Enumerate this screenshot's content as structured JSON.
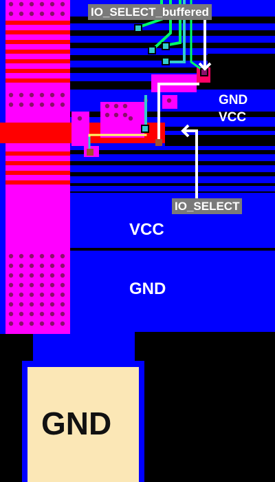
{
  "labels": {
    "io_select_buffered": "IO_SELECT_buffered",
    "io_select": "IO_SELECT",
    "gnd_small": "GND",
    "vcc_small": "VCC",
    "vcc_rail": "VCC",
    "gnd_rail": "GND",
    "gnd_pad": "GND"
  },
  "colors": {
    "background": "#000000",
    "metal_blue": "#0000ff",
    "magenta": "#ff00ff",
    "red": "#ff0000",
    "via_dot": "#8b0f6b",
    "pad_fill": "#fbe7b6",
    "label_tag": "#7a7a7a",
    "trace_green": "#00ff66",
    "trace_cyan": "#33cccc",
    "trace_yellow": "#ffff66"
  }
}
